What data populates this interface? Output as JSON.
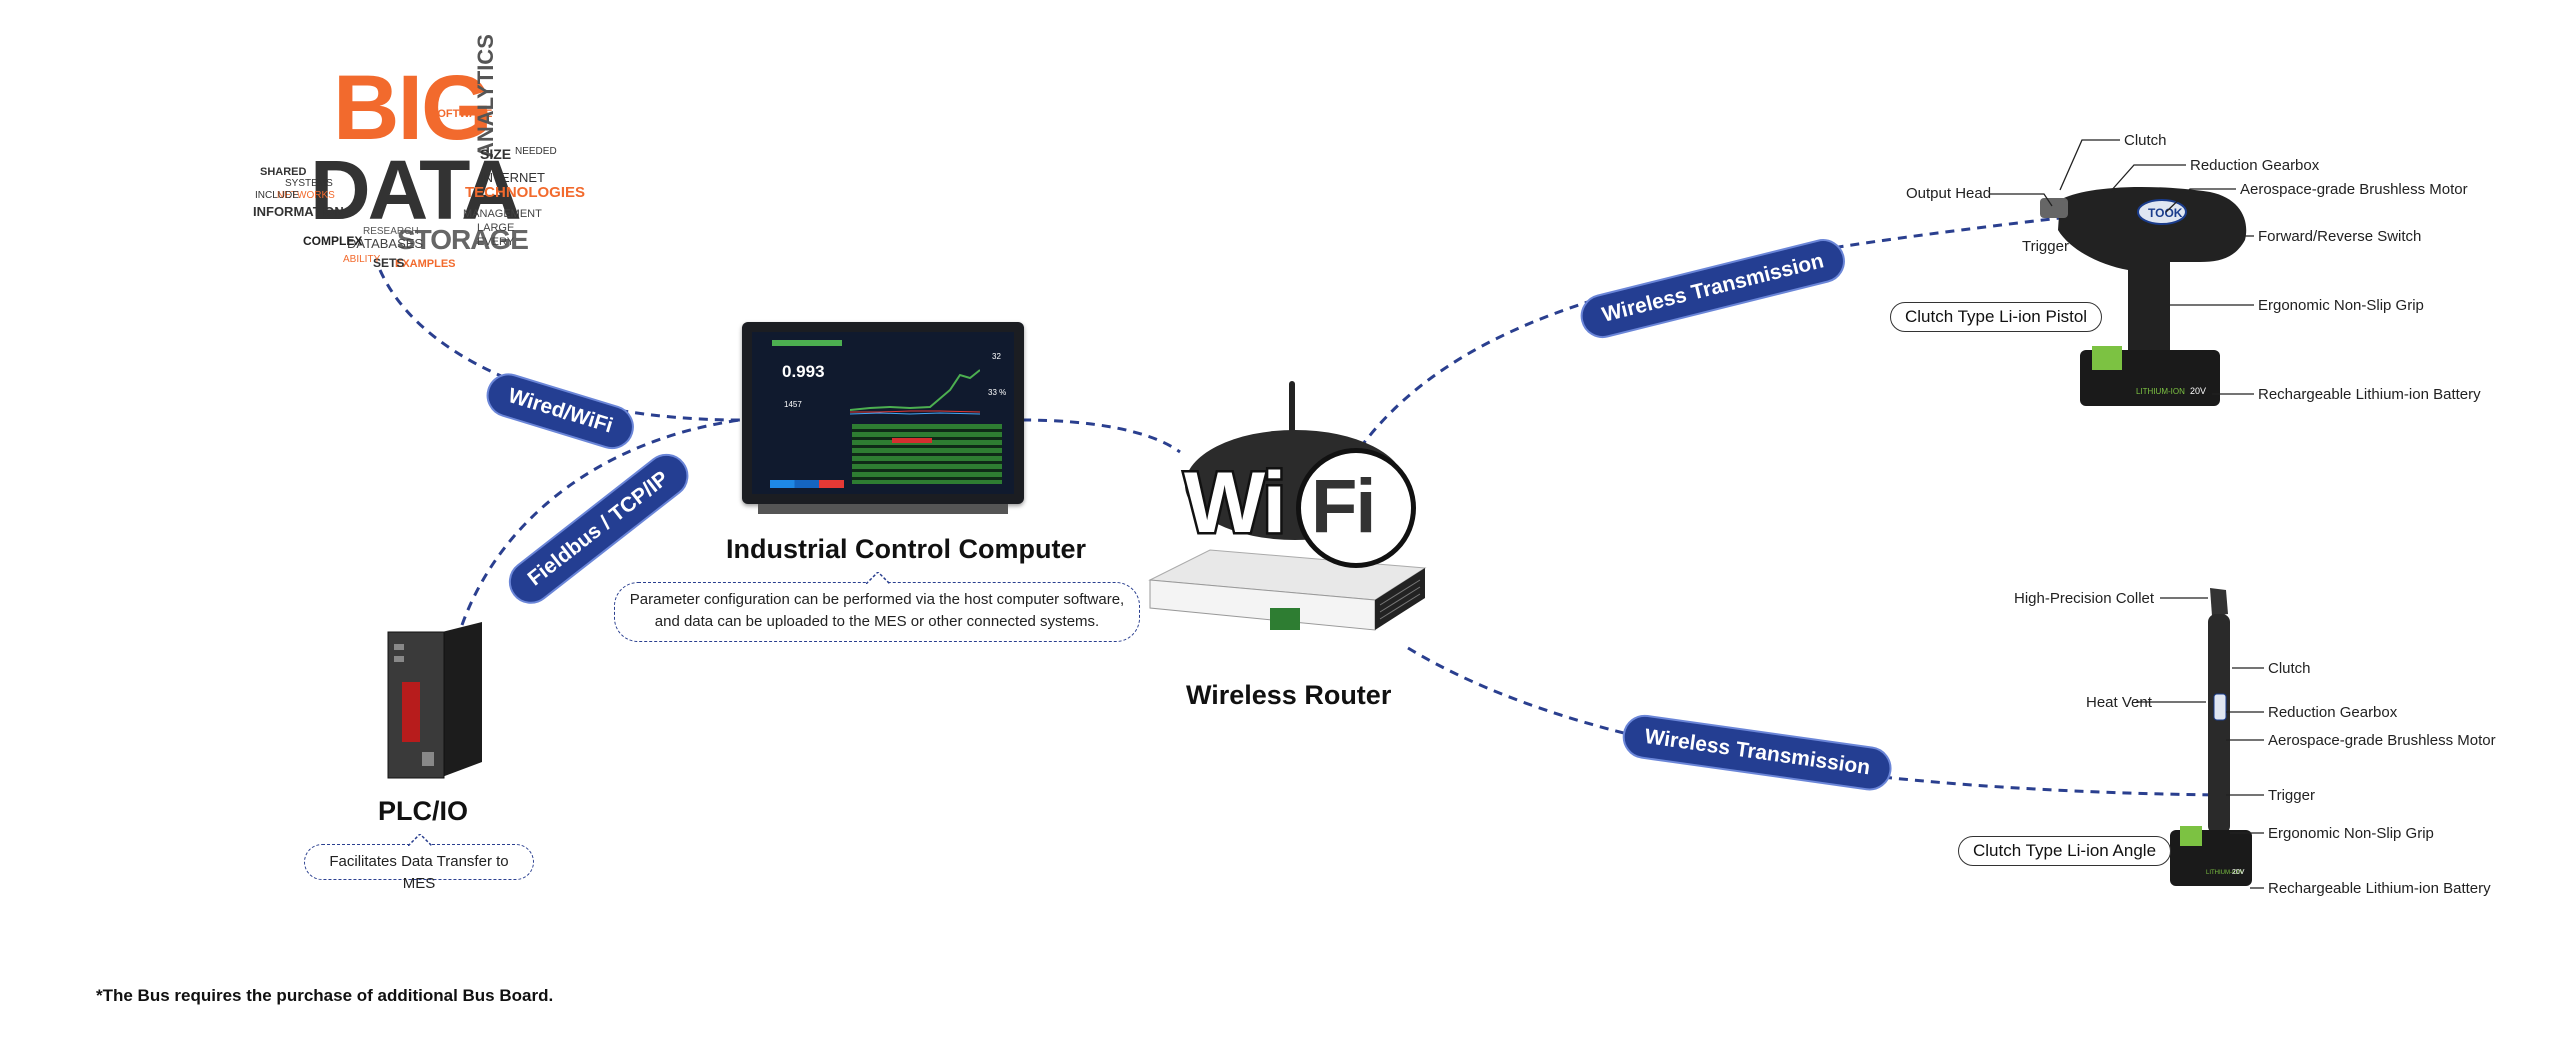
{
  "bigdata": {
    "big": "BIG",
    "data": "DATA",
    "words": [
      "SOFTWARE",
      "ANALYTICS",
      "SIZE",
      "NEEDED",
      "INTERNET",
      "TECHNOLOGIES",
      "STORAGE",
      "DATABASES",
      "COMPLEX",
      "INFORMATION",
      "NETWORKS",
      "SYSTEMS",
      "MANAGEMENT",
      "EXAMPLES",
      "SETS",
      "ABILITY",
      "RESEARCH",
      "LARGE",
      "EVERY",
      "SHARED",
      "INCLUDE"
    ]
  },
  "nodes": {
    "computer": {
      "title": "Industrial Control Computer",
      "note": [
        "Parameter configuration can be performed via the host computer software,",
        "and data can be uploaded to the MES or other connected systems."
      ],
      "screen_value": "0.993",
      "screen_small": [
        "1457",
        "32",
        "33 %"
      ]
    },
    "router": {
      "title": "Wireless Router",
      "wifi": [
        "Wi",
        "Fi"
      ]
    },
    "plc": {
      "title": "PLC/IO",
      "note": "Facilitates Data Transfer to MES"
    }
  },
  "connections": {
    "wired_wifi": "Wired/WiFi",
    "fieldbus": "Fieldbus / TCP/IP",
    "wireless_top": "Wireless Transmission",
    "wireless_bottom": "Wireless Transmission"
  },
  "pistol": {
    "name": "Clutch Type Li-ion Pistol",
    "brand": "TOOK",
    "battery_text": "LITHIUM-ION",
    "voltage": "20V",
    "labels": {
      "output_head": "Output Head",
      "clutch": "Clutch",
      "reduction_gearbox": "Reduction Gearbox",
      "motor": "Aerospace-grade Brushless Motor",
      "trigger": "Trigger",
      "switch": "Forward/Reverse Switch",
      "grip": "Ergonomic Non-Slip Grip",
      "battery": "Rechargeable Lithium-ion Battery"
    }
  },
  "angle": {
    "name": "Clutch Type Li-ion Angle",
    "battery_text": "LITHIUM-ION",
    "voltage": "20V",
    "labels": {
      "collet": "High-Precision Collet",
      "clutch": "Clutch",
      "heat_vent": "Heat Vent",
      "reduction_gearbox": "Reduction Gearbox",
      "motor": "Aerospace-grade Brushless Motor",
      "trigger": "Trigger",
      "grip": "Ergonomic Non-Slip Grip",
      "battery": "Rechargeable Lithium-ion Battery"
    }
  },
  "footer": "*The Bus requires the purchase of additional Bus Board.",
  "colors": {
    "accent": "#243e92",
    "dashed": "#2a3f8f",
    "orange": "#f26a2d",
    "dark": "#333333"
  }
}
